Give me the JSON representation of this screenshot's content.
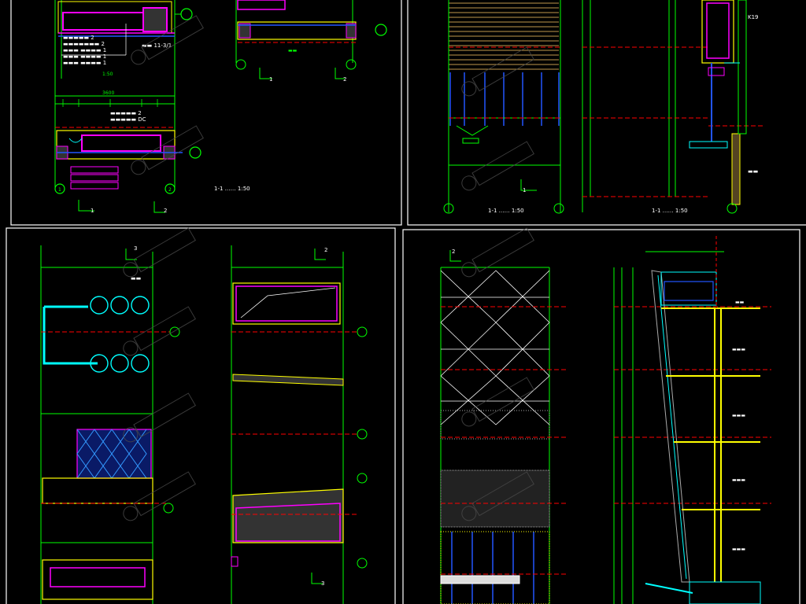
{
  "colors": {
    "background": "#000000",
    "frame": "#ffffff",
    "dimension": "#00ff00",
    "grid_red": "#ff0000",
    "cyan": "#00ffff",
    "magenta": "#ff00ff",
    "yellow": "#ffff00",
    "blue": "#2255ff",
    "watermark": "#555555"
  },
  "panels": {
    "top_left": {
      "caption": "1-1 …… 1:50",
      "tag_1": "1",
      "tag_2": "2",
      "axis_marks": [
        "1",
        "2"
      ]
    },
    "top_right": {
      "caption_a": "1-1 …… 1:50",
      "caption_b": "1-1 …… 1:50",
      "tag_1": "1"
    },
    "bottom_left": {
      "tag_3": "3",
      "tag_2": "2",
      "tag_3b": "3"
    },
    "bottom_right": {
      "tag_2": "2"
    }
  }
}
